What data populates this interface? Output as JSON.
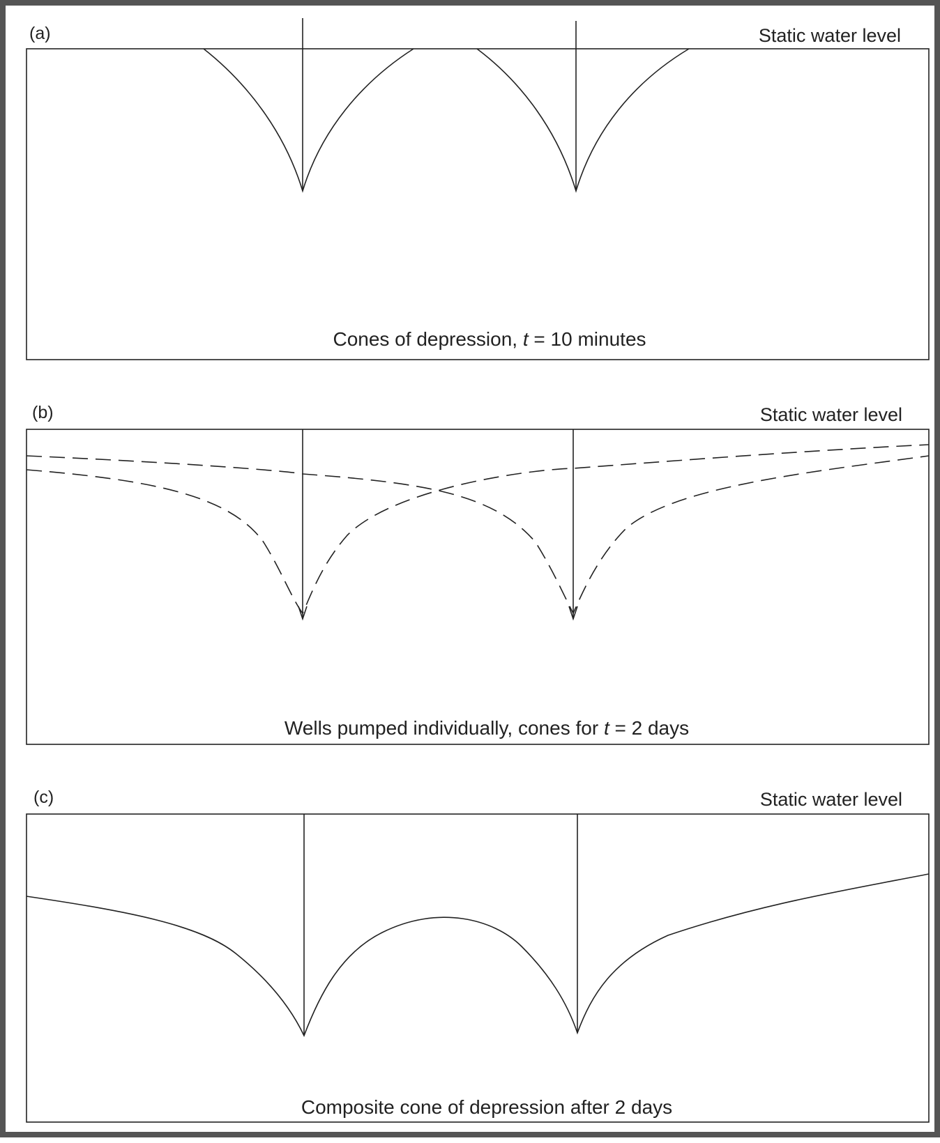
{
  "panels": [
    {
      "id": "a",
      "letter": "(a)",
      "static_level_label": "Static water level",
      "caption_before": "Cones of depression, ",
      "caption_var": "t",
      "caption_after": " = 10 minutes"
    },
    {
      "id": "b",
      "letter": "(b)",
      "static_level_label": "Static water level",
      "caption_before": "Wells pumped individually, cones for ",
      "caption_var": "t",
      "caption_after": " = 2 days"
    },
    {
      "id": "c",
      "letter": "(c)",
      "static_level_label": "Static water level",
      "caption_before": "Composite cone of depression after 2 days",
      "caption_var": "",
      "caption_after": ""
    }
  ],
  "colors": {
    "ink": "#222222",
    "frame": "#555555",
    "paper": "#ffffff"
  }
}
